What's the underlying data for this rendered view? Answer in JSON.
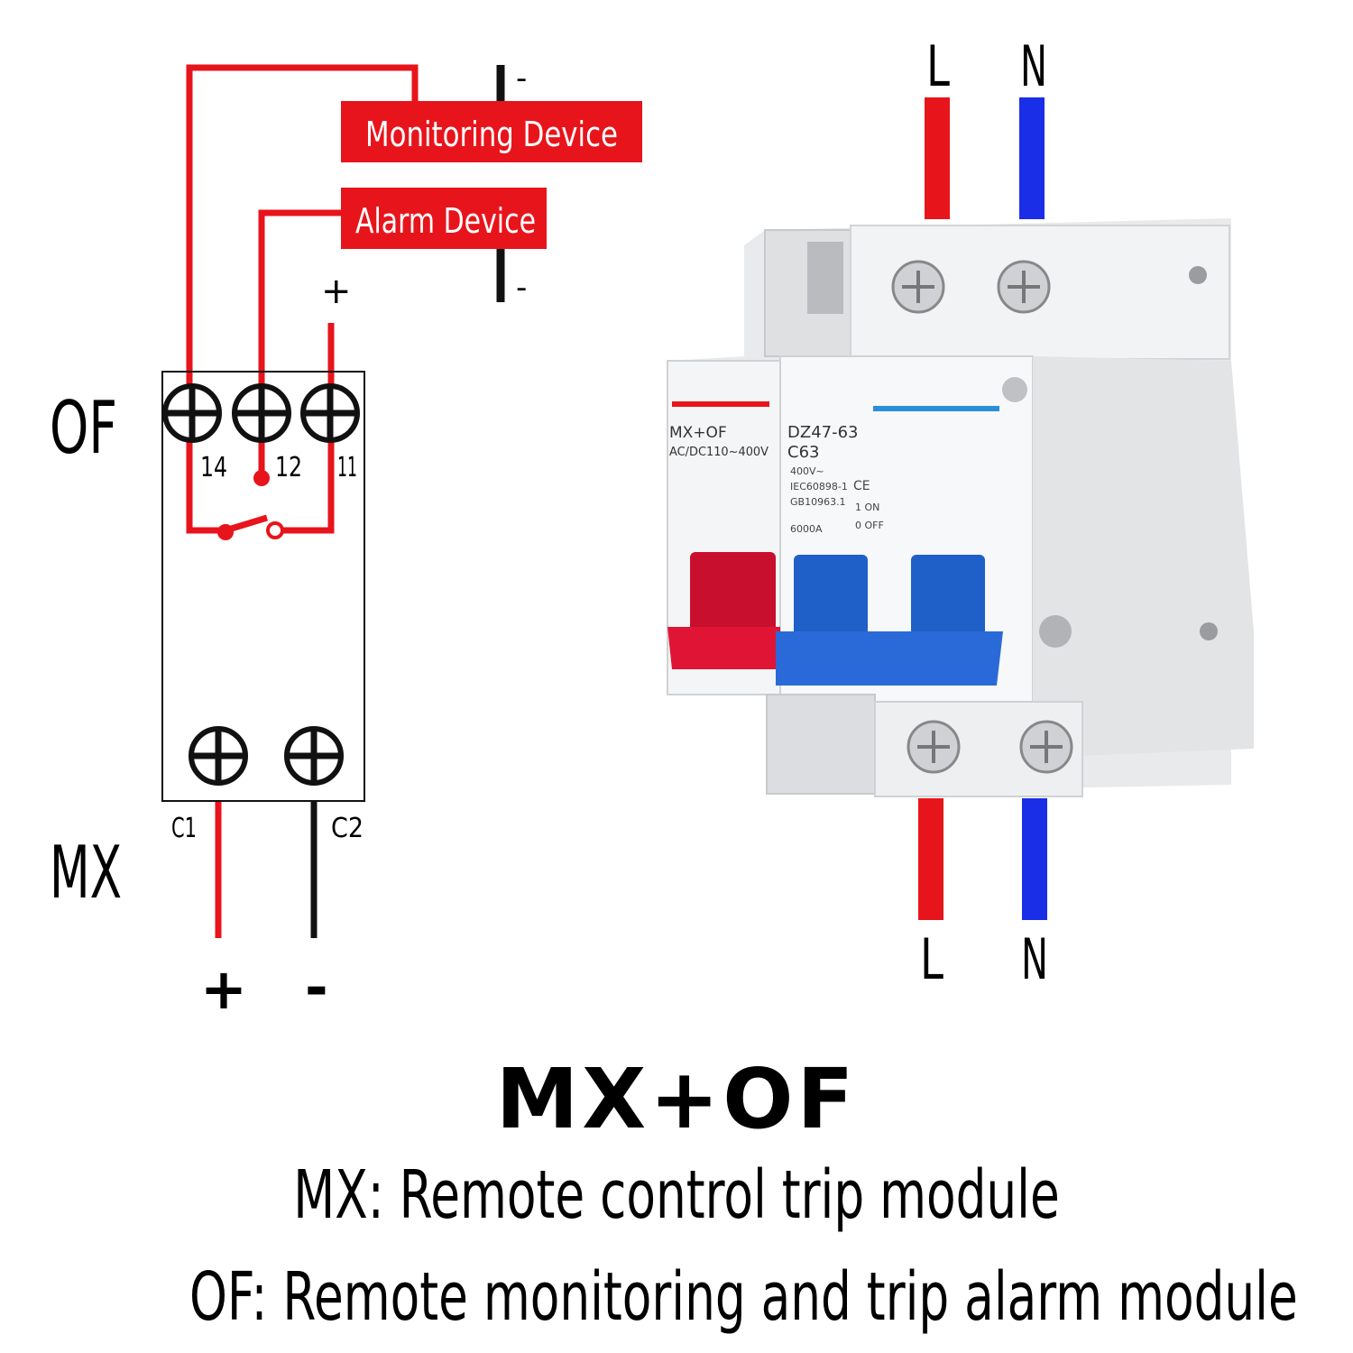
{
  "diagram": {
    "labels": {
      "of_group": "OF",
      "mx_group": "MX",
      "monitoring_device": "Monitoring Device",
      "alarm_device": "Alarm Device",
      "terminal_14": "14",
      "terminal_12": "12",
      "terminal_11": "11",
      "terminal_c1": "C1",
      "terminal_c2": "C2",
      "plus_top": "+",
      "minus_monitoring": "-",
      "minus_alarm": "-",
      "plus_bottom": "+",
      "minus_bottom": "-"
    },
    "breaker": {
      "line_top": "L",
      "neutral_top": "N",
      "line_bottom": "L",
      "neutral_bottom": "N",
      "aux_module_label": "MX+OF",
      "aux_module_rating": "AC/DC110~400V",
      "model": "DZ47-63",
      "current_rating": "C63",
      "voltage": "400V~",
      "standard_1": "IEC60898-1",
      "standard_2": "GB10963.1",
      "breaking_capacity": "6000A",
      "on_label": "1 ON",
      "off_label": "0 OFF",
      "ce_mark": "CE"
    },
    "caption": {
      "title": "MX+OF",
      "mx_description": "MX: Remote control trip module",
      "of_description": "OF: Remote monitoring and trip alarm module"
    }
  },
  "colors": {
    "wire_red": "#e8141b",
    "wire_black": "#111111",
    "label_box": "#e8141b",
    "neutral_blue": "#1a2ee8",
    "handle_red": "#c8102e",
    "handle_blue": "#1f5fc8"
  }
}
